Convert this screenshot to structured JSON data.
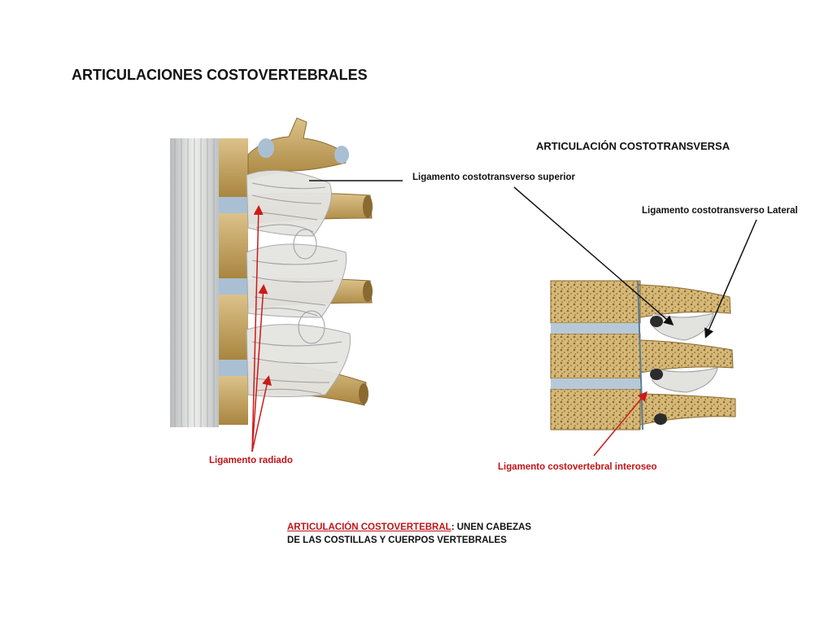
{
  "title": "ARTICULACIONES COSTOVERTEBRALES",
  "subtitle": "ARTICULACIÓN COSTOTRANSVERSA",
  "labels": {
    "costotransverso_superior": "Ligamento costotransverso superior",
    "costotransverso_lateral": "Ligamento costotransverso Lateral",
    "radiado": "Ligamento radiado",
    "costovertebral_interoseo": "Ligamento costovertebral interoseo"
  },
  "note": {
    "highlight": "ARTICULACIÓN COSTOVERTEBRAL",
    "line1_rest": ": UNEN CABEZAS",
    "line2": "DE LAS COSTILLAS Y CUERPOS VERTEBRALES"
  },
  "colors": {
    "bone": "#c8a96a",
    "bone_dark": "#9c7a3c",
    "ligament": "#d9d9d6",
    "disc": "#9fb7cc",
    "arrow_red": "#cc1a1a",
    "arrow_black": "#111111"
  }
}
